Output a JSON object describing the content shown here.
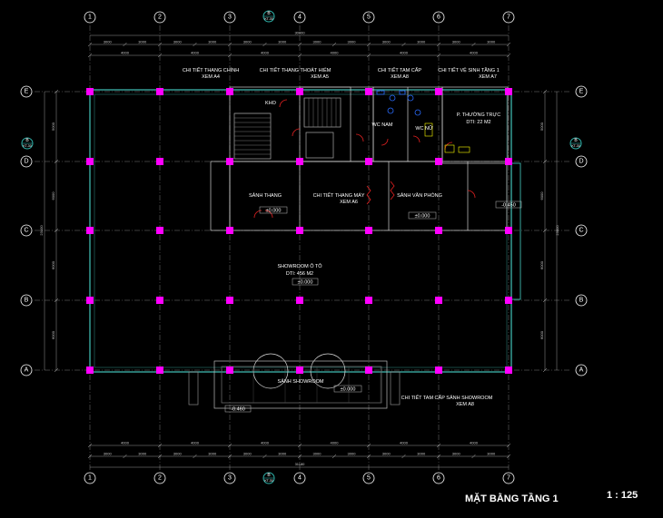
{
  "grid": {
    "columns": [
      "1",
      "2",
      "3",
      "4",
      "5",
      "6",
      "7"
    ],
    "rows": [
      "E",
      "D",
      "C",
      "B",
      "A"
    ],
    "section_marker": {
      "letter": "B",
      "sheet": "KT-30"
    }
  },
  "dimensions": {
    "top_row1": [
      "3000",
      "3000",
      "3000",
      "3000",
      "3000",
      "3000",
      "3000",
      "3000",
      "3000",
      "3000",
      "3000",
      "3000"
    ],
    "top_row2": [
      "4000",
      "4000",
      "4000",
      "4000",
      "4000",
      "4000"
    ],
    "top_total": "30000",
    "bottom_row1": [
      "4000",
      "4000",
      "4000",
      "4000",
      "4000",
      "4000"
    ],
    "bottom_row2": [
      "3000",
      "3000",
      "3000",
      "3000",
      "3000",
      "3000",
      "3000",
      "3000",
      "3000",
      "3000",
      "3000",
      "3000"
    ],
    "bottom_total": "31180",
    "left_vertical": [
      "5000",
      "6000",
      "6000",
      "6000"
    ],
    "right_vertical": [
      "5000",
      "6000",
      "6000",
      "6000"
    ],
    "left_total": "23000",
    "right_total": "23000"
  },
  "annotations": [
    {
      "id": "stair-main",
      "line1": "CHI TIẾT THANG CHÍNH",
      "line2": "XEM A4"
    },
    {
      "id": "stair-escape",
      "line1": "CHI TIẾT THANG THOÁT HIỂM",
      "line2": "XEM A5"
    },
    {
      "id": "step-detail",
      "line1": "CHI TIẾT TAM CẤP",
      "line2": "XEM A8"
    },
    {
      "id": "wc-detail",
      "line1": "CHI TIẾT VỆ SINH TẦNG 1",
      "line2": "XEM A7"
    },
    {
      "id": "elevator",
      "line1": "CHI TIẾT THANG MÁY",
      "line2": "XEM A6"
    },
    {
      "id": "showroom-steps",
      "line1": "CHI TIẾT TAM CẤP SẢNH SHOWROOM",
      "line2": "XEM A8"
    }
  ],
  "rooms": {
    "kho": "KHO",
    "wc_nam": "WC NAM",
    "wc_nu": "WC NỮ",
    "p_truc_title": "P. THƯỜNG TRỰC",
    "p_truc_area": "DTI: 22 M2",
    "sanh_thang": "SẢNH THANG",
    "sanh_van_phong": "SẢNH VĂN PHÒNG",
    "showroom_title": "SHOWROOM Ô TÔ",
    "showroom_area": "DTI: 456 M2",
    "sanh_showroom": "SẢNH SHOWROOM"
  },
  "levels": {
    "pm000": "±0.000",
    "m450": "-0.450",
    "m460": "-0.460"
  },
  "title_block": {
    "title": "MẶT BẰNG TẦNG 1",
    "scale": "1 : 125"
  },
  "colors": {
    "background": "#000000",
    "column": "#ff00ff",
    "wall": "#3aa8a0",
    "grid": "#9a9a9a",
    "door": "#e02020",
    "glass": "#2a6cff",
    "furniture": "#ffff00"
  }
}
